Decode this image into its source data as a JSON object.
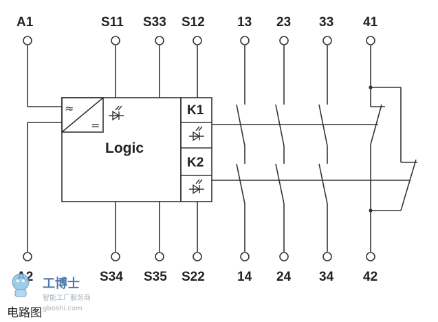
{
  "terminals_top": [
    "A1",
    "S11",
    "S33",
    "S12",
    "13",
    "23",
    "33",
    "41"
  ],
  "terminals_bottom": [
    "A2",
    "S34",
    "S35",
    "S22",
    "14",
    "24",
    "34",
    "42"
  ],
  "logic_label": "Logic",
  "relays": [
    "K1",
    "K2"
  ],
  "supply_symbols": {
    "ac": "≈",
    "dc": "="
  },
  "watermark": {
    "brand": "工博士",
    "tagline": "智能工厂服务商",
    "site": "gboshi.com"
  },
  "caption": "电路图",
  "colors": {
    "line": "#333333",
    "text": "#222222"
  }
}
